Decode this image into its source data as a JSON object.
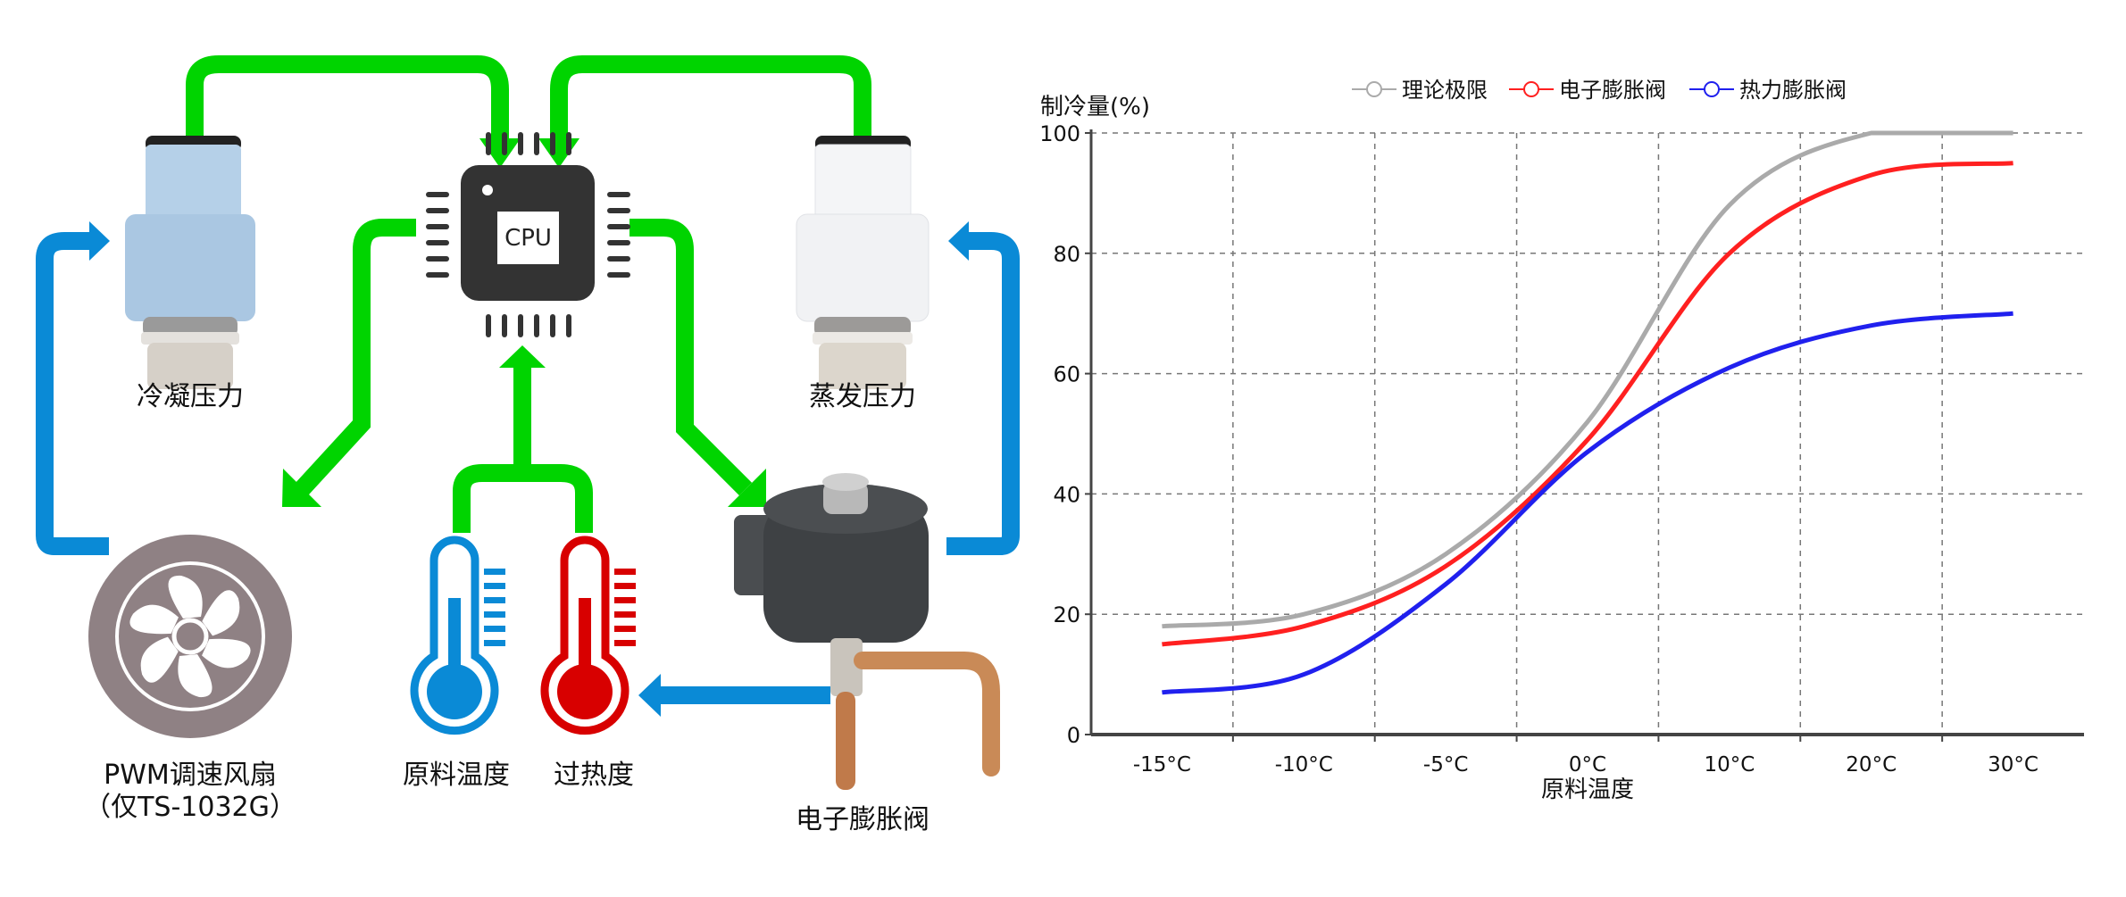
{
  "diagram": {
    "cpu_label": "CPU",
    "components": {
      "condensing_pressure": "冷凝压力",
      "evaporating_pressure": "蒸发压力",
      "fan_line1": "PWM调速风扇",
      "fan_line2": "（仅TS-1032G）",
      "feed_temperature": "原料温度",
      "superheat": "过热度",
      "expansion_valve": "电子膨胀阀"
    },
    "colors": {
      "signal_arrow": "#00d400",
      "flow_arrow": "#0a8ad6",
      "cpu": "#333333",
      "fan": "#8f8184",
      "thermo_cold": "#0a8ad6",
      "thermo_hot": "#d80000",
      "condensing_sensor": "#b5d0e8",
      "evaporating_sensor": "#f4f5f7"
    }
  },
  "chart_data": {
    "type": "line",
    "title": "",
    "ylabel": "制冷量(%)",
    "xlabel": "原料温度",
    "categories": [
      "-15°C",
      "-10°C",
      "-5°C",
      "0°C",
      "10°C",
      "20°C",
      "30°C"
    ],
    "ylim": [
      0,
      100
    ],
    "yticks": [
      0,
      20,
      40,
      60,
      80,
      100
    ],
    "grid": true,
    "legend_position": "top",
    "series": [
      {
        "name": "理论极限",
        "color": "#aaaaaa",
        "values": [
          18,
          20,
          30,
          52,
          88,
          100,
          100
        ]
      },
      {
        "name": "电子膨胀阀",
        "color": "#ff2020",
        "values": [
          15,
          18,
          28,
          49,
          80,
          93,
          95
        ]
      },
      {
        "name": "热力膨胀阀",
        "color": "#2020ee",
        "values": [
          7,
          10,
          25,
          47,
          61,
          68,
          70
        ]
      }
    ]
  }
}
